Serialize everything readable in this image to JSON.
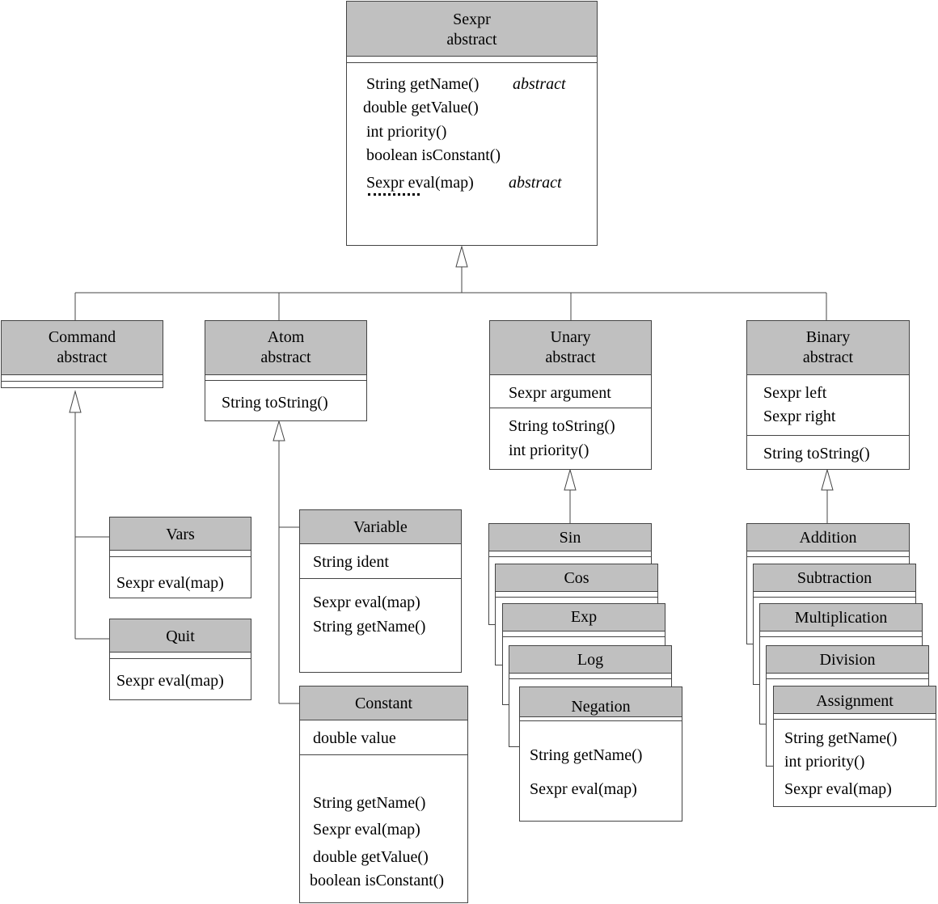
{
  "sexpr": {
    "name": "Sexpr",
    "stereotype": "abstract",
    "methods": [
      "String getName()",
      "double getValue()",
      "int priority()",
      "boolean isConstant()",
      "Sexpr eval(map)"
    ],
    "abstract_label": "abstract"
  },
  "command": {
    "name": "Command",
    "stereotype": "abstract"
  },
  "atom": {
    "name": "Atom",
    "stereotype": "abstract",
    "methods": [
      "String toString()"
    ]
  },
  "unary": {
    "name": "Unary",
    "stereotype": "abstract",
    "fields": [
      "Sexpr argument"
    ],
    "methods": [
      "String toString()",
      "int priority()"
    ]
  },
  "binary": {
    "name": "Binary",
    "stereotype": "abstract",
    "fields": [
      "Sexpr left",
      "Sexpr right"
    ],
    "methods": [
      "String toString()"
    ]
  },
  "vars": {
    "name": "Vars",
    "methods": [
      "Sexpr eval(map)"
    ]
  },
  "quit": {
    "name": "Quit",
    "methods": [
      "Sexpr eval(map)"
    ]
  },
  "variable": {
    "name": "Variable",
    "fields": [
      "String ident"
    ],
    "methods": [
      "Sexpr eval(map)",
      "String getName()"
    ]
  },
  "constant": {
    "name": "Constant",
    "fields": [
      "double value"
    ],
    "methods": [
      "String getName()",
      "Sexpr eval(map)",
      "double getValue()",
      "boolean isConstant()"
    ]
  },
  "unary_subclasses": [
    "Sin",
    "Cos",
    "Exp",
    "Log",
    "Negation"
  ],
  "negation_methods": [
    "String getName()",
    "Sexpr eval(map)"
  ],
  "binary_subclasses": [
    "Addition",
    "Subtraction",
    "Multiplication",
    "Division",
    "Assignment"
  ],
  "assignment_methods": [
    "String getName()",
    "int priority()",
    "Sexpr eval(map)"
  ]
}
